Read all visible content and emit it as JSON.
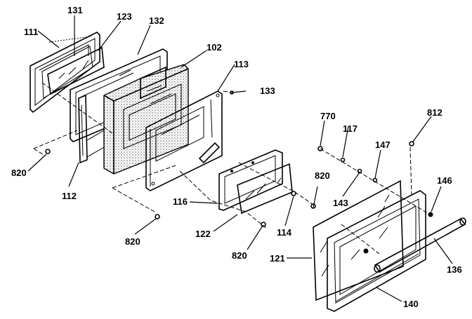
{
  "diagram": {
    "type": "exploded-parts-view",
    "subject": "oven door assembly",
    "colors": {
      "ink": "#000000",
      "background": "#ffffff"
    },
    "part_labels": [
      {
        "id": "111",
        "text": "111",
        "part": "outer door frame (back)"
      },
      {
        "id": "131",
        "text": "131",
        "part": "inner glass gasket"
      },
      {
        "id": "123",
        "text": "123",
        "part": "inner window glass"
      },
      {
        "id": "132",
        "text": "132",
        "part": "door gasket frame"
      },
      {
        "id": "102",
        "text": "102",
        "part": "door liner box"
      },
      {
        "id": "113",
        "text": "113",
        "part": "inner door panel"
      },
      {
        "id": "133",
        "text": "133",
        "part": "screw"
      },
      {
        "id": "820a",
        "text": "820",
        "part": "screw (left)"
      },
      {
        "id": "112",
        "text": "112",
        "part": "side bracket"
      },
      {
        "id": "820b",
        "text": "820",
        "part": "screw (lower)"
      },
      {
        "id": "116",
        "text": "116",
        "part": "window pack frame"
      },
      {
        "id": "122",
        "text": "122",
        "part": "window glass"
      },
      {
        "id": "820c",
        "text": "820",
        "part": "screw (center)"
      },
      {
        "id": "114",
        "text": "114",
        "part": "spacer"
      },
      {
        "id": "820d",
        "text": "820",
        "part": "screw (right)"
      },
      {
        "id": "770",
        "text": "770",
        "part": "screw"
      },
      {
        "id": "117",
        "text": "117",
        "part": "washer"
      },
      {
        "id": "143",
        "text": "143",
        "part": "spacer"
      },
      {
        "id": "147",
        "text": "147",
        "part": "handle spacer"
      },
      {
        "id": "812",
        "text": "812",
        "part": "screw (top)"
      },
      {
        "id": "146",
        "text": "146",
        "part": "handle end cap"
      },
      {
        "id": "121",
        "text": "121",
        "part": "outer door glass"
      },
      {
        "id": "136",
        "text": "136",
        "part": "door handle"
      },
      {
        "id": "140",
        "text": "140",
        "part": "outer door frame"
      }
    ]
  }
}
